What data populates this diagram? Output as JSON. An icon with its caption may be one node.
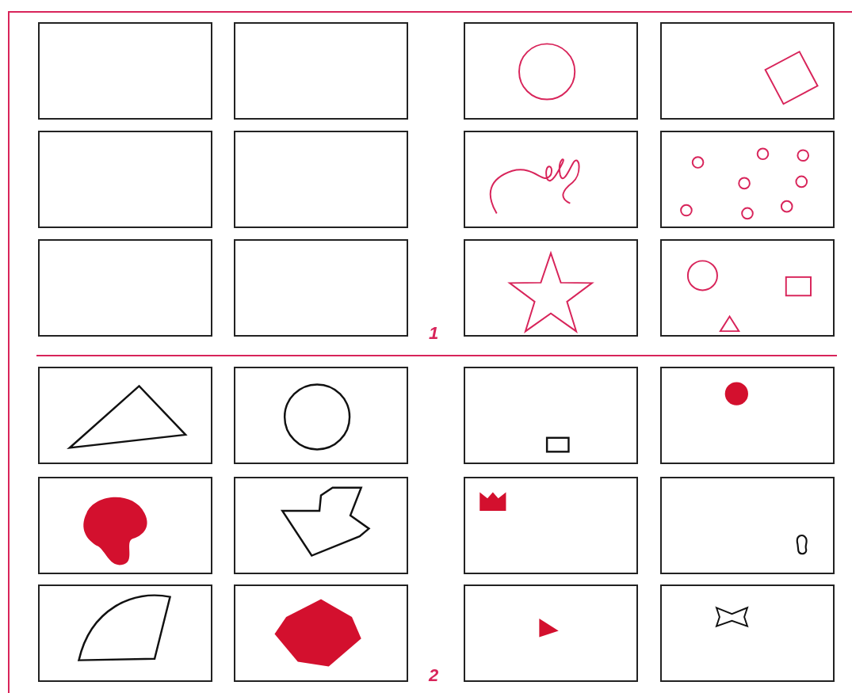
{
  "diagram": {
    "nodes": [
      {
        "text": [],
        "shape": "box"
      },
      {
        "text": [],
        "shape": "box"
      },
      {
        "text": [],
        "shape": "box"
      },
      {
        "text": [],
        "shape": "box"
      },
      {
        "text": [],
        "shape": "box"
      },
      {
        "text": [],
        "shape": "box"
      },
      {
        "text": [],
        "shape": "box"
      },
      {
        "text": [],
        "shape": "box"
      },
      {
        "text": [],
        "shape": "box"
      },
      {
        "text": [],
        "shape": "box"
      },
      {
        "text": [],
        "shape": "box"
      },
      {
        "text": [],
        "shape": "box"
      },
      {
        "text": [],
        "shape": "box"
      },
      {
        "text": [],
        "shape": "box"
      },
      {
        "text": [],
        "shape": "box"
      },
      {
        "text": [],
        "shape": "box"
      },
      {
        "text": [],
        "shape": "box"
      },
      {
        "text": [],
        "shape": "box"
      },
      {
        "text": [],
        "shape": "box"
      },
      {
        "text": [],
        "shape": "box"
      },
      {
        "text": [],
        "shape": "box"
      },
      {
        "text": [],
        "shape": "box"
      },
      {
        "text": [],
        "shape": "box"
      },
      {
        "text": [],
        "shape": "box"
      }
    ],
    "labels": [
      "1",
      "2"
    ]
  }
}
